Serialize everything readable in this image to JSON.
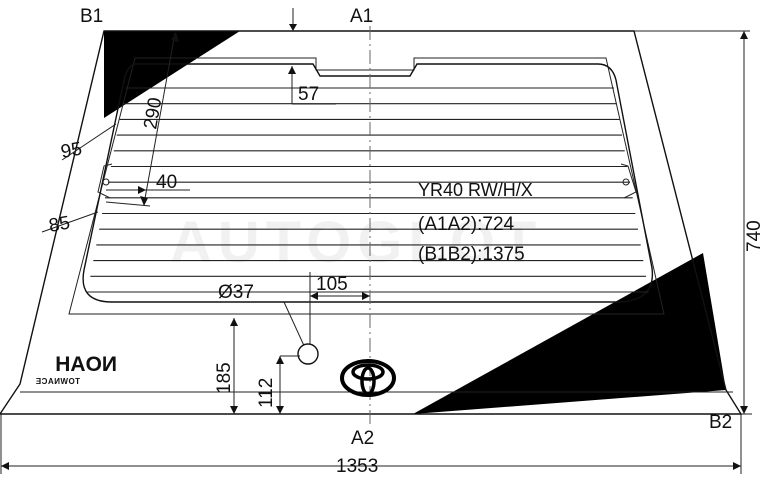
{
  "points": {
    "b1": "B1",
    "a1": "A1",
    "a2": "A2",
    "b2": "B2"
  },
  "dimensions": {
    "width": "1353",
    "height": "740",
    "top_to_frame": "290",
    "notch": "57",
    "corner_95": "95",
    "corner_85": "85",
    "clip_40": "40",
    "hole_diameter": "Ø37",
    "hole_offset": "105",
    "bottom_185": "185",
    "bottom_112": "112"
  },
  "spec": {
    "code": "YR40 RW/H/X",
    "a1a2": "(A1A2):724",
    "b1b2": "(B1B2):1375"
  },
  "badge": {
    "model": "NOAH",
    "sub": "TOWNACE"
  },
  "watermark": "AUTOGLOT",
  "heater_line_count": 14
}
